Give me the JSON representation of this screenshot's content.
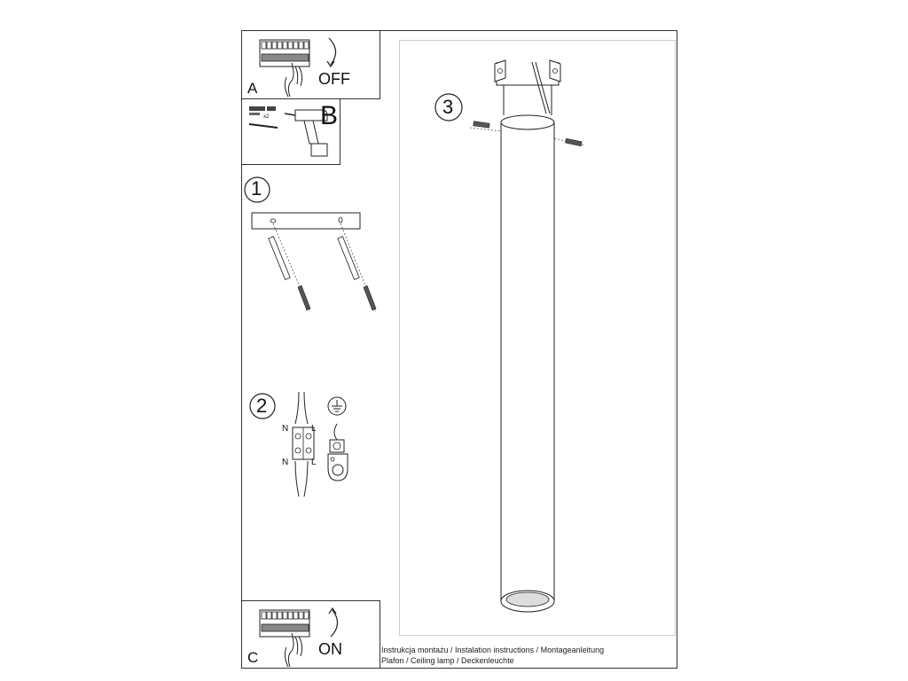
{
  "panels": {
    "a": {
      "letter": "A",
      "state": "OFF"
    },
    "b": {
      "letter": "B",
      "qty": "x2"
    },
    "c": {
      "letter": "C",
      "state": "ON"
    }
  },
  "steps": {
    "one": "1",
    "two": "2",
    "three": "3"
  },
  "wiring": {
    "n_top": "N",
    "l_top": "L",
    "n_bottom": "N",
    "l_bottom": "L"
  },
  "footer": {
    "line1": "Instrukcja montażu / Instalation instructions / Montageanleitung",
    "line2": "Plafon / Ceiling lamp / Deckenleuchte"
  }
}
